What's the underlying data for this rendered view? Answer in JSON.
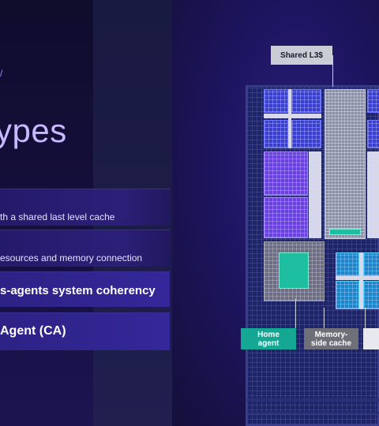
{
  "slide": {
    "title_fragment": "ypes",
    "rows": [
      "th a shared last level cache",
      "esources and memory connection",
      "s-agents system coherency",
      "Agent (CA)"
    ]
  },
  "diagram": {
    "labels": {
      "shared_l3": "Shared L3$",
      "home_agent": "Home\nagent",
      "memory_side_cache": "Memory-\nside cache"
    },
    "colors": {
      "core_blue": "#3a3fd0",
      "purple_block": "#6b3fe0",
      "cache_gray": "#8a8fa6",
      "home_agent_teal": "#14a793",
      "memory_cache_gray": "#6f6f7a",
      "background": "#150f3a"
    }
  }
}
